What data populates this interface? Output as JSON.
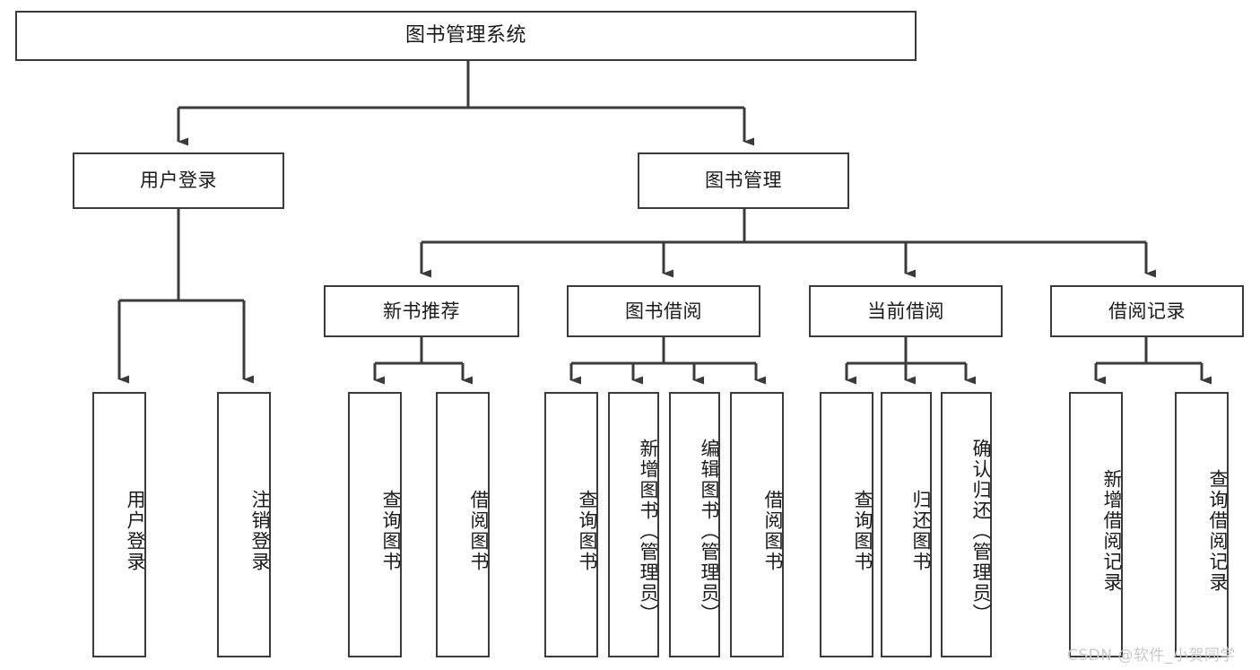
{
  "diagram": {
    "title": "图书管理系统",
    "type": "tree-hierarchy",
    "watermark": "CSDN @软件_小贺同学",
    "colors": {
      "box_border": "#3b3b3b",
      "box_fill": "#ffffff",
      "connector": "#3b3b3b",
      "text": "#1a1a1a",
      "watermark": "#c9c9c9",
      "background": "#ffffff"
    }
  },
  "nodes": {
    "root": {
      "label": "图书管理系统"
    },
    "level2": [
      {
        "label": "用户登录"
      },
      {
        "label": "图书管理"
      }
    ],
    "level3": [
      {
        "label": "新书推荐"
      },
      {
        "label": "图书借阅"
      },
      {
        "label": "当前借阅"
      },
      {
        "label": "借阅记录"
      }
    ],
    "leaves": {
      "user_login": [
        {
          "label": "用户登录"
        },
        {
          "label": "注销登录"
        }
      ],
      "new_book_recommend": [
        {
          "label": "查询图书"
        },
        {
          "label": "借阅图书"
        }
      ],
      "book_borrow": [
        {
          "label": "查询图书"
        },
        {
          "label": "新增图书（管理员）"
        },
        {
          "label": "编辑图书（管理员）"
        },
        {
          "label": "借阅图书"
        }
      ],
      "current_borrow": [
        {
          "label": "查询图书"
        },
        {
          "label": "归还图书"
        },
        {
          "label": "确认归还（管理员）"
        }
      ],
      "borrow_record": [
        {
          "label": "新增借阅记录"
        },
        {
          "label": "查询借阅记录"
        }
      ]
    }
  }
}
